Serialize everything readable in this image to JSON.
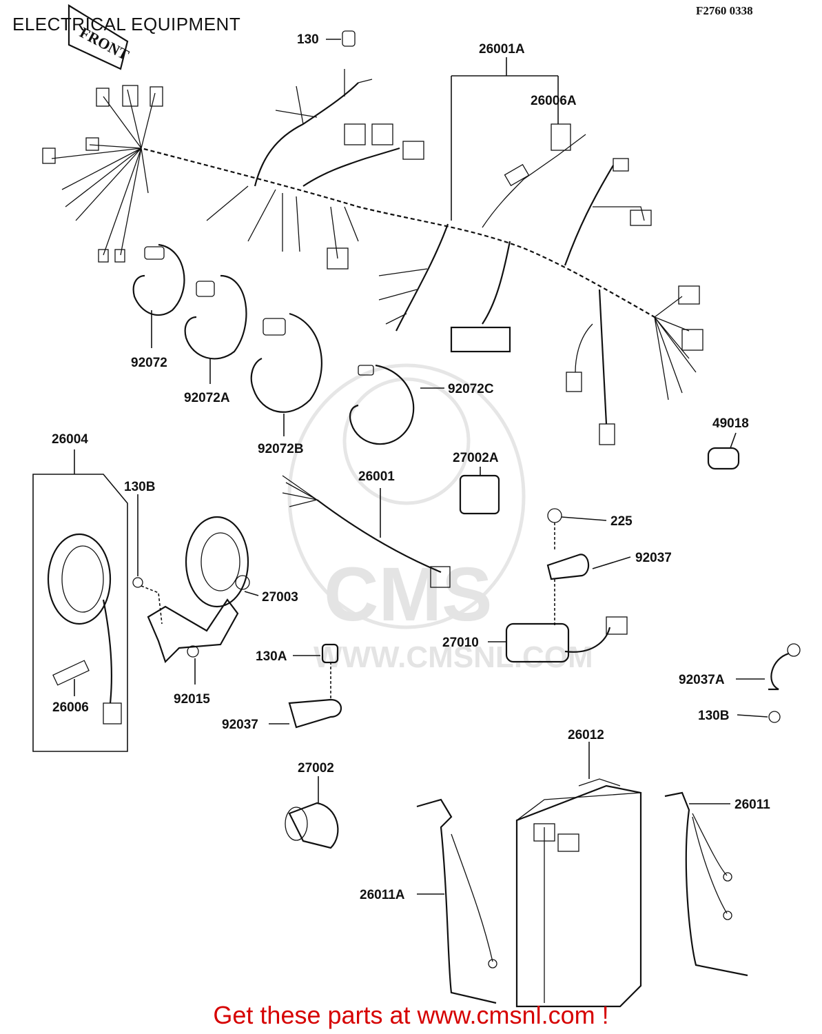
{
  "header": {
    "title": "ELECTRICAL EQUIPMENT",
    "figure_code": "F2760 0338",
    "front_mark": "FRONT"
  },
  "watermark": {
    "brand": "CMS",
    "site": "WWW.CMSNL.COM"
  },
  "parts": {
    "p130": "130",
    "p26001A": "26001A",
    "p26006A": "26006A",
    "p92072": "92072",
    "p92072A": "92072A",
    "p92072B": "92072B",
    "p92072C": "92072C",
    "p26004": "26004",
    "p130B_left": "130B",
    "p27003": "27003",
    "p26006": "26006",
    "p92015": "92015",
    "p27002A": "27002A",
    "p26001": "26001",
    "p225": "225",
    "p92037_right": "92037",
    "p49018": "49018",
    "p27010": "27010",
    "p130A": "130A",
    "p92037_lower": "92037",
    "p92037A": "92037A",
    "p130B_right": "130B",
    "p26012": "26012",
    "p27002": "27002",
    "p26011": "26011",
    "p26011A": "26011A"
  },
  "footer": {
    "text": "Get these parts at www.cmsnl.com !"
  }
}
